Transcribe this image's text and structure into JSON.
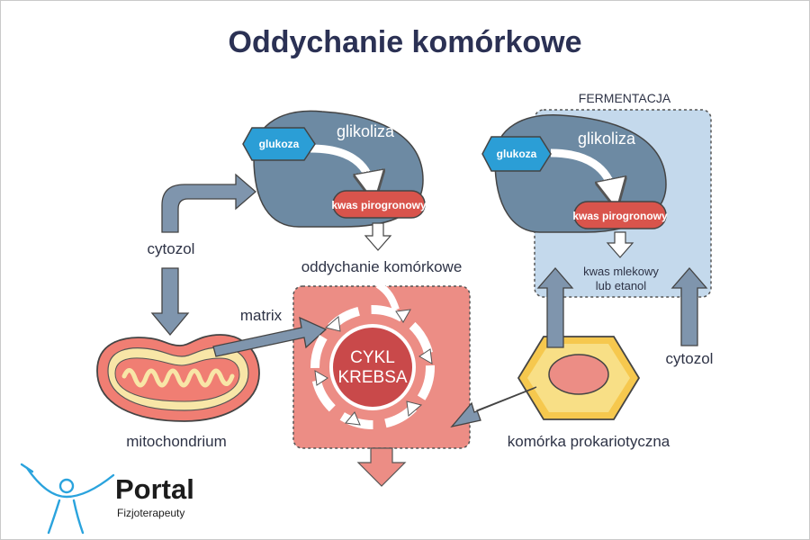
{
  "title": "Oddychanie komórkowe",
  "colors": {
    "title": "#2b3154",
    "glycolysis_body": "#6d8aa3",
    "glucose": "#2b9ed6",
    "pyruvate": "#d9544c",
    "krebs_box": "#ec8d85",
    "fermentation_box": "#c4d9ec",
    "arrow": "#7f95ad",
    "prokaryote_outer": "#f6c84e",
    "mitochondrion": "#f07e73"
  },
  "left_glycolysis": {
    "label": "glikoliza",
    "glucose": "glukoza",
    "pyruvate": "kwas pirogronowy"
  },
  "right_glycolysis": {
    "label": "glikoliza",
    "glucose": "glukoza",
    "pyruvate": "kwas pirogronowy"
  },
  "labels": {
    "cytozol_left": "cytozol",
    "cytozol_right": "cytozol",
    "oddychanie": "oddychanie komórkowe",
    "matrix": "matrix",
    "mitochondrium": "mitochondrium",
    "fermentacja": "FERMENTACJA",
    "kwas_line1": "kwas mlekowy",
    "kwas_line2": "lub etanol",
    "komorka": "komórka prokariotyczna"
  },
  "krebs": {
    "line1": "CYKL",
    "line2": "KREBSA"
  },
  "logo": {
    "main": "Portal",
    "sub": "Fizjoterapeuty"
  }
}
